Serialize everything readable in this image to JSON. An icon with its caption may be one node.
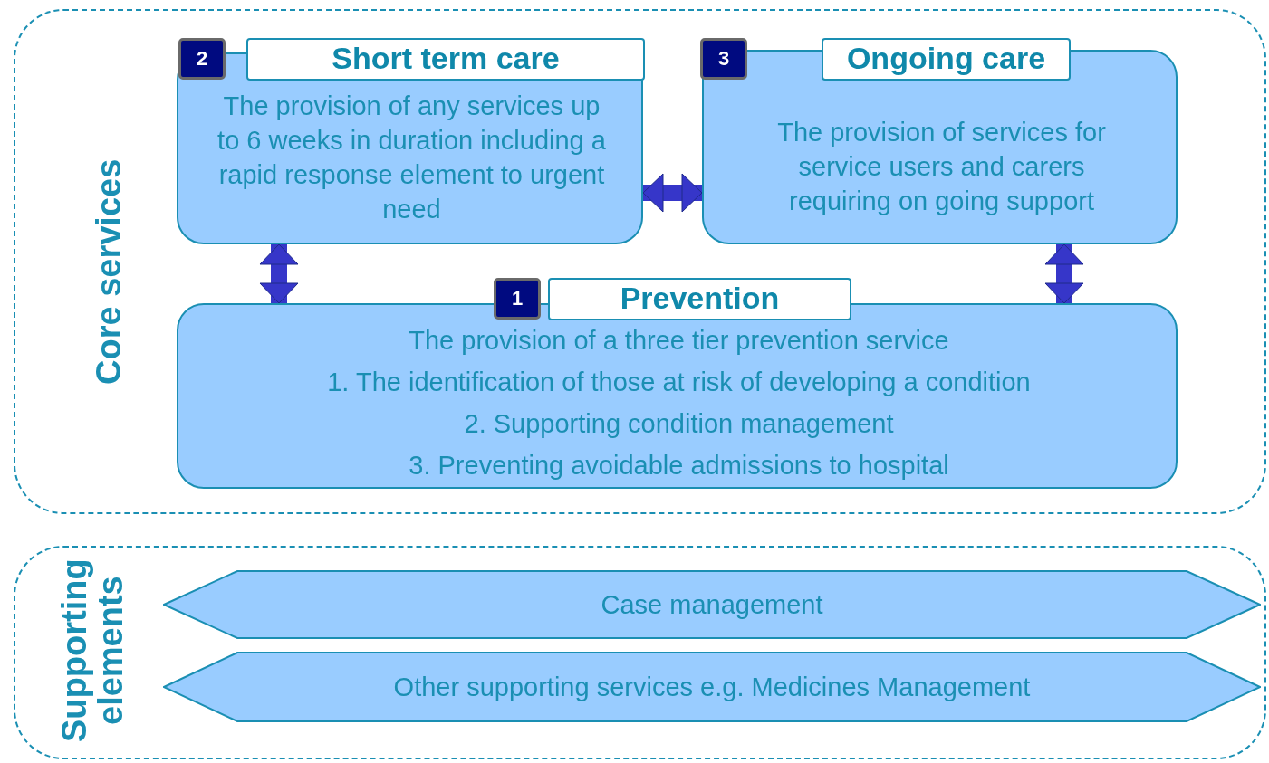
{
  "diagram": {
    "nodes": [
      {
        "text": [
          "Core services"
        ]
      },
      {
        "text": [
          "2"
        ],
        "in": 0
      },
      {
        "text": [
          "Short term care",
          "The provision of any services up to 6 weeks in duration including a rapid response element to urgent need"
        ],
        "in": 0
      },
      {
        "text": [
          "3"
        ],
        "in": 0
      },
      {
        "text": [
          "Ongoing care",
          "The provision of services for service users and carers requiring on going support"
        ],
        "in": 0
      },
      {
        "text": [
          "1"
        ],
        "in": 0
      },
      {
        "text": [
          "Prevention",
          "The provision of a three tier prevention service",
          "1. The identification of those at risk of developing a condition",
          "2. Supporting condition management",
          "3. Preventing avoidable admissions to hospital"
        ],
        "in": 0
      },
      {
        "text": [
          "Supporting elements"
        ]
      },
      {
        "text": [
          "Case management"
        ],
        "in": 7
      },
      {
        "text": [
          "Other supporting services e.g. Medicines Management"
        ],
        "in": 7
      }
    ],
    "edges": [
      {
        "from": 2,
        "to": 4,
        "arrow": "both"
      },
      {
        "from": 2,
        "to": 6,
        "arrow": "both"
      },
      {
        "from": 4,
        "to": 6,
        "arrow": "both"
      }
    ]
  }
}
